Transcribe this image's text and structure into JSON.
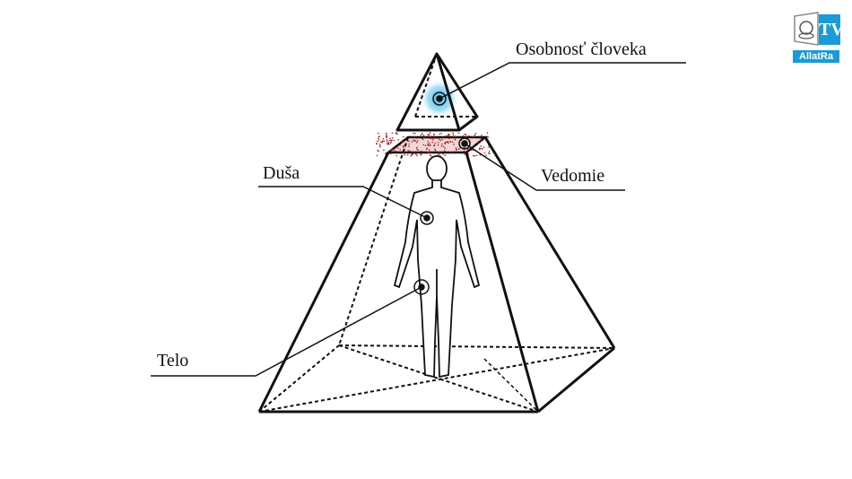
{
  "labels": {
    "personality": "Osobnosť človeka",
    "consciousness": "Vedomie",
    "soul": "Duša",
    "body": "Telo"
  },
  "logo": {
    "tv": "TV",
    "brand": "AllatRa",
    "color": "#1a9ad6"
  },
  "colors": {
    "glow": "#3fb6e8",
    "speckle": "#a0262a"
  }
}
